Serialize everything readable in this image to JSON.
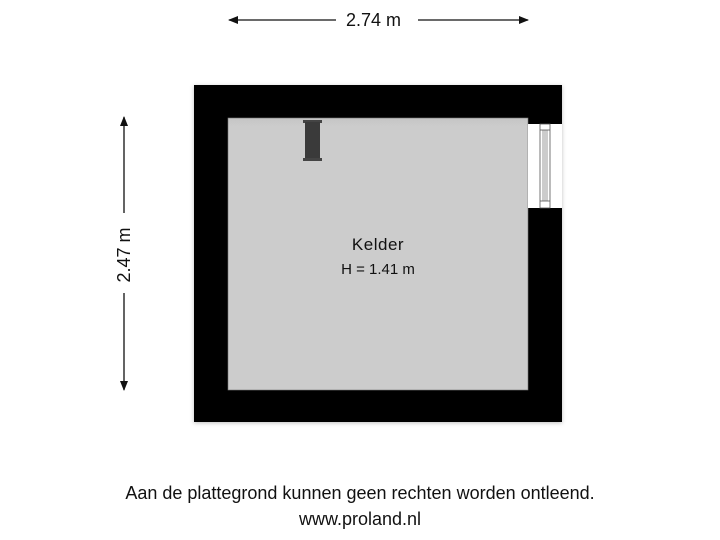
{
  "floorplan": {
    "dimensions": {
      "width_label": "2.74 m",
      "depth_label": "2.47 m"
    },
    "room": {
      "name": "Kelder",
      "height_label": "H = 1.41 m"
    },
    "colors": {
      "wall": "#000000",
      "floor": "#cccccc",
      "fixture": "#3a3a3a",
      "window": "#ffffff"
    }
  },
  "footer": {
    "disclaimer": "Aan de plattegrond kunnen geen rechten worden ontleend.",
    "website": "www.proland.nl"
  }
}
